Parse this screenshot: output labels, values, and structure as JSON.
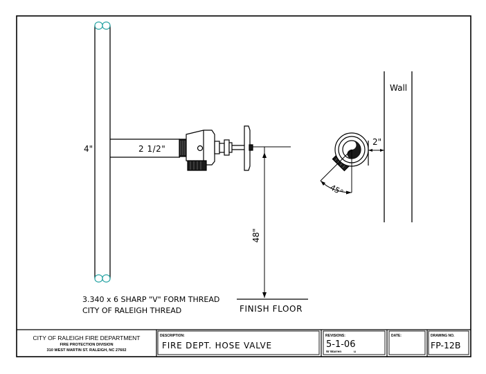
{
  "drawing": {
    "labels": {
      "riser_size": "4\"",
      "branch_size": "2 1/2\"",
      "height": "48\"",
      "floor": "FINISH FLOOR",
      "wall": "Wall",
      "wall_offset": "2\"",
      "angle": "45°",
      "thread_line1": "3.340 x 6 SHARP \"V\" FORM THREAD",
      "thread_line2": "CITY OF RALEIGH THREAD"
    }
  },
  "title_block": {
    "org_name": "CITY OF RALEIGH FIRE DEPARTMENT",
    "division": "FIRE PROTECTION DIVISION",
    "address": "310 WEST MARTIN ST. RALEIGH, NC 27602",
    "description_label": "DESCRIPTION:",
    "description": "FIRE DEPT. HOSE VALVE",
    "revisions_label": "REVISIONS:",
    "revision_date": "5-1-06",
    "revised_by": "W Warren",
    "revised_initials": "u",
    "date_label": "DATE:",
    "date_value": "",
    "drawing_no_label": "DRAWING NO.",
    "drawing_no": "FP-12B"
  }
}
